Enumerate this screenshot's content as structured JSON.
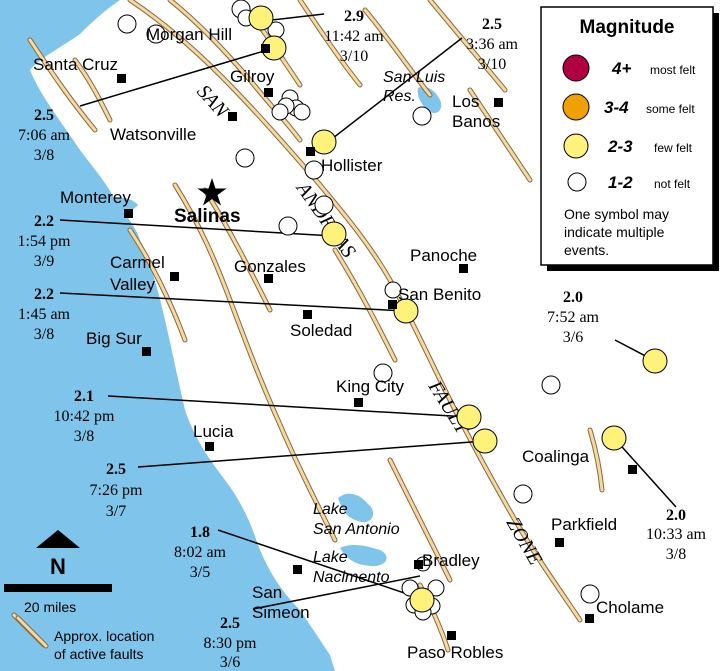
{
  "legend": {
    "title": "Magnitude",
    "items": [
      {
        "range": "4+",
        "label": "most felt",
        "color": "#b00040"
      },
      {
        "range": "3-4",
        "label": "some felt",
        "color": "#f0a000"
      },
      {
        "range": "2-3",
        "label": "few felt",
        "color": "#fff27a"
      },
      {
        "range": "1-2",
        "label": "not felt",
        "color": "#ffffff"
      }
    ],
    "note_lines": [
      "One symbol may",
      "indicate multiple",
      "events."
    ]
  },
  "compass": {
    "label": "N"
  },
  "scale": {
    "label": "20 miles"
  },
  "faults_legend": {
    "lines": [
      "Approx. location",
      "of active faults"
    ]
  },
  "fault_name": {
    "san": "SAN",
    "andreas": "ANDREAS",
    "fault": "FAULT",
    "zone": "ZONE"
  },
  "cities": {
    "morgan_hill": "Morgan Hill",
    "santa_cruz": "Santa Cruz",
    "gilroy": "Gilroy",
    "watsonville": "Watsonville",
    "hollister": "Hollister",
    "los": "Los",
    "banos": "Banos",
    "monterey": "Monterey",
    "salinas": "Salinas",
    "carmel": "Carmel",
    "valley": "Valley",
    "gonzales": "Gonzales",
    "panoche": "Panoche",
    "san_benito": "San Benito",
    "soledad": "Soledad",
    "big_sur": "Big Sur",
    "king_city": "King City",
    "lucia": "Lucia",
    "coalinga": "Coalinga",
    "parkfield": "Parkfield",
    "bradley": "Bradley",
    "san": "San",
    "simeon": "Simeon",
    "cholame": "Cholame",
    "paso_robles": "Paso Robles"
  },
  "water": {
    "san_luis_1": "San Luis",
    "san_luis_2": "Res.",
    "lake_san_antonio_1": "Lake",
    "lake_san_antonio_2": "San Antonio",
    "lake_nacimento_1": "Lake",
    "lake_nacimento_2": "Nacimento"
  },
  "events": [
    {
      "mag": "2.9",
      "time": "11:42 am",
      "date": "3/10"
    },
    {
      "mag": "2.5",
      "time": "3:36 am",
      "date": "3/10"
    },
    {
      "mag": "2.5",
      "time": "7:06 am",
      "date": "3/8"
    },
    {
      "mag": "2.2",
      "time": "1:54 pm",
      "date": "3/9"
    },
    {
      "mag": "2.2",
      "time": "1:45 am",
      "date": "3/8"
    },
    {
      "mag": "2.0",
      "time": "7:52 am",
      "date": "3/6"
    },
    {
      "mag": "2.1",
      "time": "10:42 pm",
      "date": "3/8"
    },
    {
      "mag": "2.5",
      "time": "7:26 pm",
      "date": "3/7"
    },
    {
      "mag": "2.0",
      "time": "10:33 am",
      "date": "3/8"
    },
    {
      "mag": "1.8",
      "time": "8:02 am",
      "date": "3/5"
    },
    {
      "mag": "2.5",
      "time": "8:30 pm",
      "date": "3/6"
    }
  ]
}
